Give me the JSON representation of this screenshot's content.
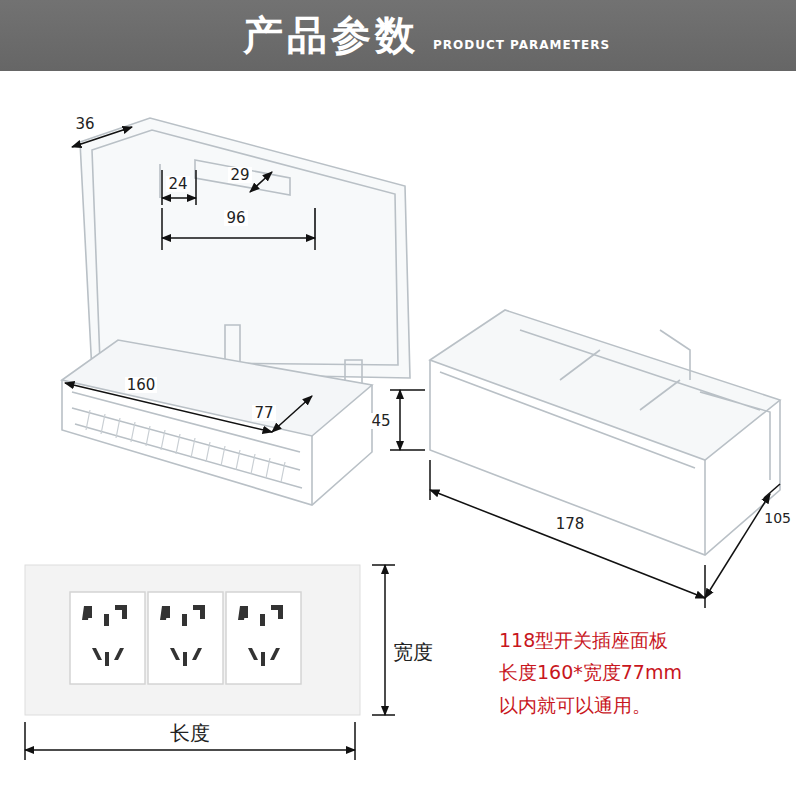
{
  "diagram": {
    "nodes": [
      {
        "text": [
          "产品参数",
          "PRODUCT PARAMETERS"
        ]
      }
    ],
    "labels": [
      "36",
      "24",
      "29",
      "96",
      "160",
      "77",
      "45",
      "178",
      "105",
      "宽度",
      "长度",
      "118型开关插座面板",
      "长度160*宽度77mm",
      "以内就可以通用。"
    ]
  }
}
